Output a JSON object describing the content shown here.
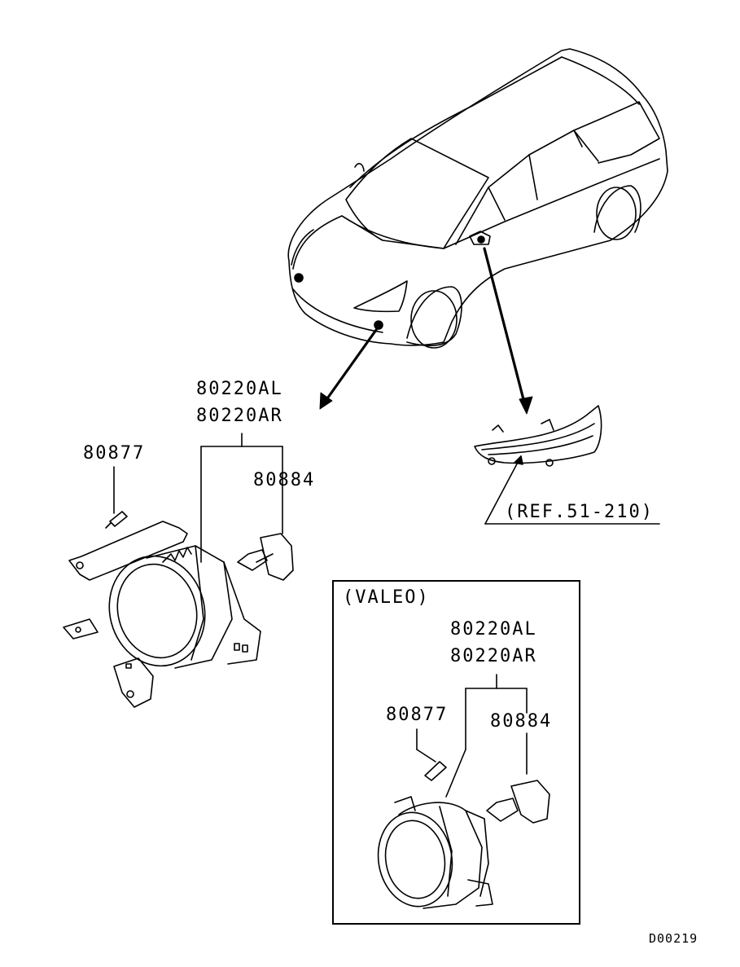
{
  "main_assembly": {
    "fog_lamp_left": "80220AL",
    "fog_lamp_right": "80220AR",
    "screw": "80877",
    "bulb": "80884"
  },
  "reference": "(REF.51-210)",
  "valeo_detail": {
    "title": "(VALEO)",
    "fog_lamp_left": "80220AL",
    "fog_lamp_right": "80220AR",
    "screw": "80877",
    "bulb": "80884"
  },
  "drawing_code": "D00219"
}
